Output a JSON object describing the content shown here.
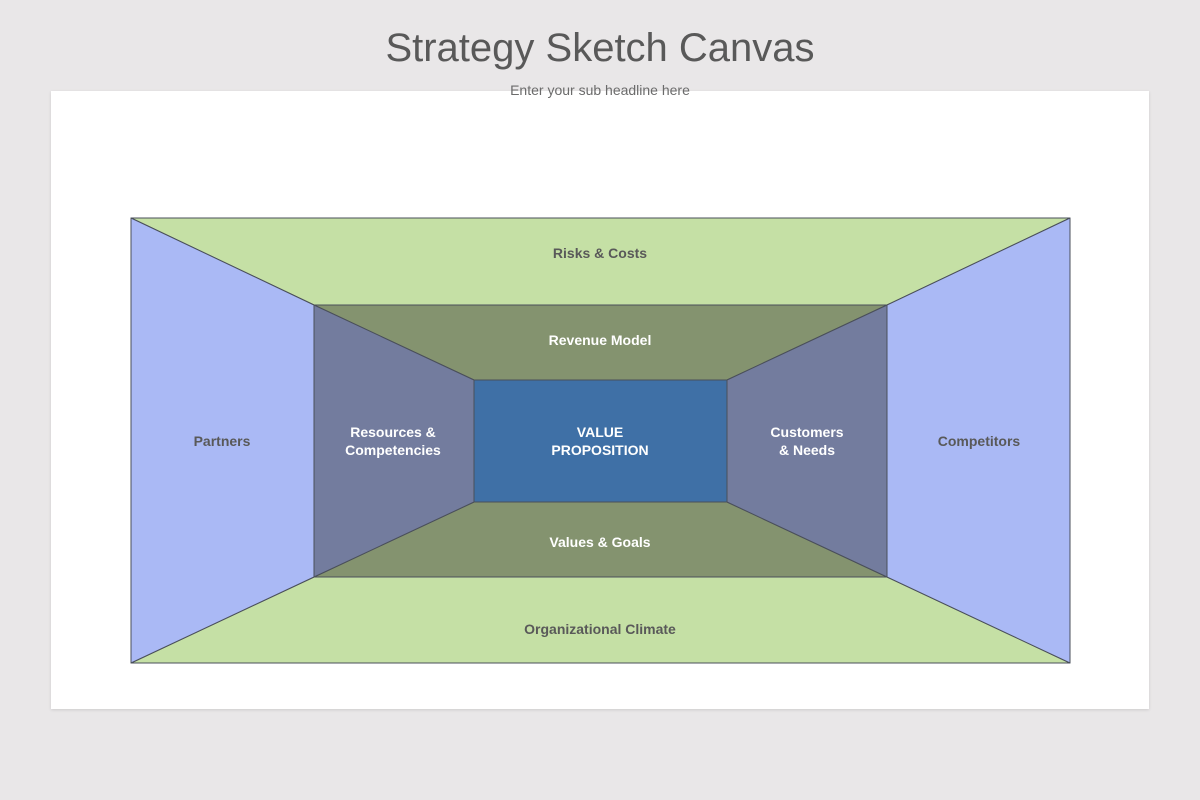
{
  "header": {
    "title": "Strategy Sketch Canvas",
    "subtitle": "Enter your sub headline here"
  },
  "colors": {
    "outer_horizontal": "#c5e0a5",
    "outer_vertical": "#aab9f5",
    "inner_horizontal": "#84936f",
    "inner_vertical": "#737c9e",
    "center": "#3f70a6",
    "outline": "#4a4f5a",
    "dark_label": "#595959",
    "light_label": "#ffffff"
  },
  "sections": {
    "top_outer": "Risks & Costs",
    "bottom_outer": "Organizational Climate",
    "left_outer": "Partners",
    "right_outer": "Competitors",
    "top_inner": "Revenue Model",
    "bottom_inner": "Values & Goals",
    "left_inner_1": "Resources &",
    "left_inner_2": "Competencies",
    "right_inner_1": "Customers",
    "right_inner_2": "& Needs",
    "center_1": "VALUE",
    "center_2": "PROPOSITION"
  }
}
